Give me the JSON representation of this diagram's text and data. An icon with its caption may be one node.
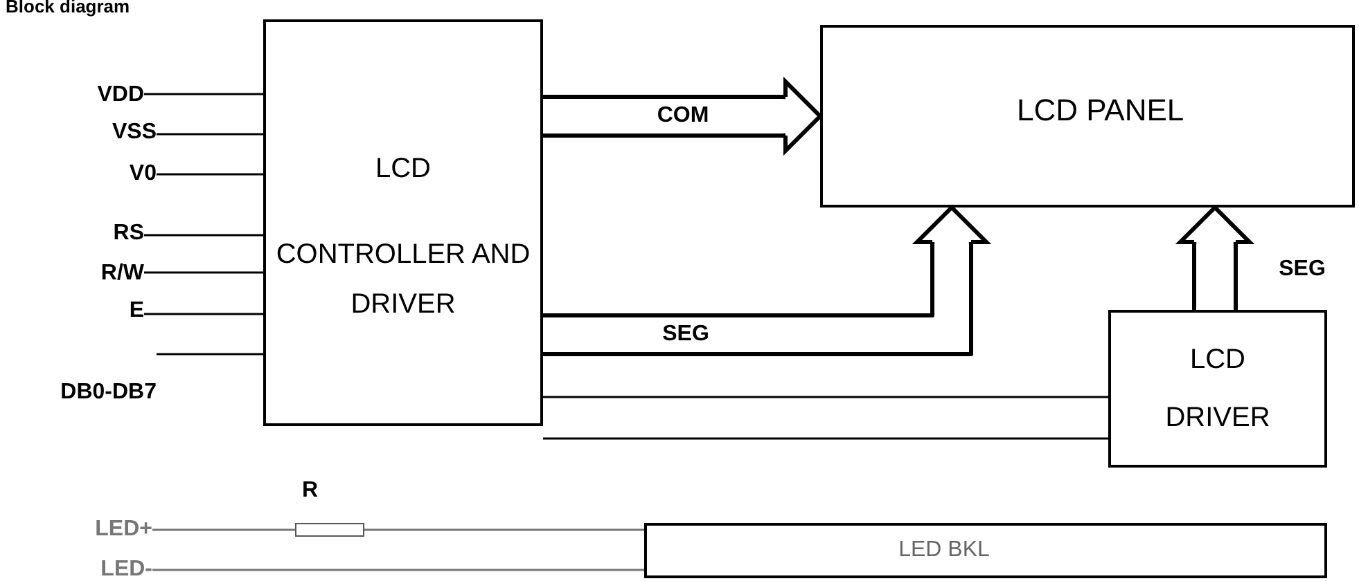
{
  "diagram": {
    "title": "Block diagram",
    "nodes": [
      {
        "text": [
          "VDD"
        ]
      },
      {
        "text": [
          "VSS"
        ]
      },
      {
        "text": [
          "V0"
        ]
      },
      {
        "text": [
          "RS"
        ]
      },
      {
        "text": [
          "R/W"
        ]
      },
      {
        "text": [
          "E"
        ]
      },
      {
        "text": [
          "DB0-DB7"
        ]
      },
      {
        "text": [
          "LCD",
          "CONTROLLER AND DRIVER"
        ]
      },
      {
        "text": [
          "LCD PANEL"
        ]
      },
      {
        "text": [
          "LCD",
          "DRIVER"
        ]
      },
      {
        "text": [
          "LED+"
        ]
      },
      {
        "text": [
          "LED-"
        ]
      },
      {
        "text": [],
        "shape": "box"
      },
      {
        "text": [
          "LED BKL"
        ]
      }
    ],
    "edges": [
      {
        "from": 0,
        "to": 7,
        "arrow": "none"
      },
      {
        "from": 1,
        "to": 7,
        "arrow": "none"
      },
      {
        "from": 2,
        "to": 7,
        "arrow": "none"
      },
      {
        "from": 3,
        "to": 7,
        "arrow": "none"
      },
      {
        "from": 4,
        "to": 7,
        "arrow": "none"
      },
      {
        "from": 5,
        "to": 7,
        "arrow": "none"
      },
      {
        "from": 6,
        "to": 7,
        "arrow": "none"
      },
      {
        "from": 7,
        "to": 8,
        "arrow": "to",
        "label": "COM",
        "style": "thick"
      },
      {
        "from": 7,
        "to": 8,
        "arrow": "to",
        "label": "SEG",
        "style": "thick"
      },
      {
        "from": 9,
        "to": 8,
        "arrow": "to",
        "label": "SEG",
        "style": "thick"
      },
      {
        "from": 7,
        "to": 9,
        "arrow": "none"
      },
      {
        "from": 7,
        "to": 9,
        "arrow": "none"
      },
      {
        "from": 10,
        "to": 12,
        "arrow": "none",
        "color": "#777777"
      },
      {
        "from": 12,
        "to": 13,
        "arrow": "none",
        "color": "#777777"
      },
      {
        "from": 11,
        "to": 13,
        "arrow": "none",
        "color": "#777777"
      }
    ],
    "labels": [
      "R"
    ]
  }
}
